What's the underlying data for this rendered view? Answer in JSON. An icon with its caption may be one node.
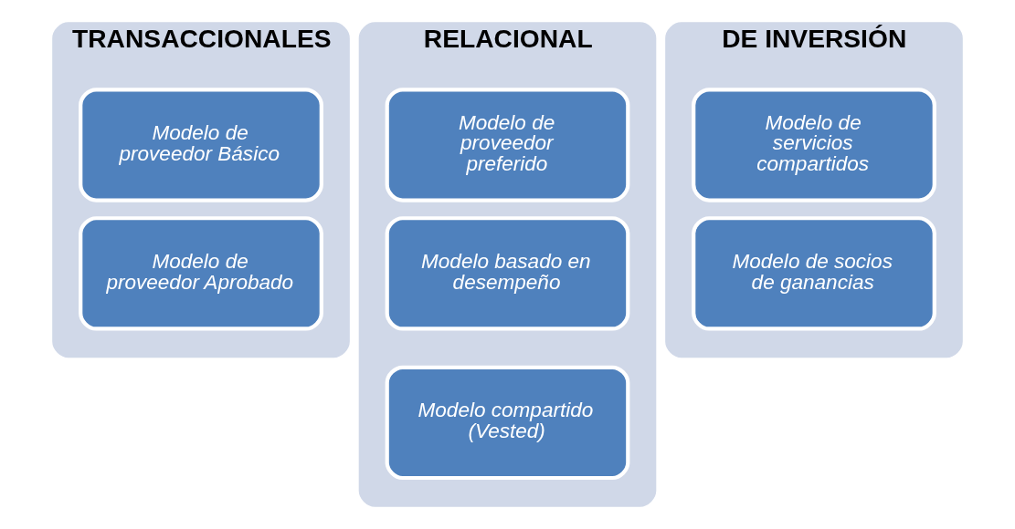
{
  "diagram": {
    "nodes": [
      {
        "text": [
          "TRANSACCIONALES"
        ]
      },
      {
        "text": [
          "Modelo de proveedor Básico"
        ],
        "in": 0
      },
      {
        "text": [
          "Modelo de proveedor Aprobado"
        ],
        "in": 0
      },
      {
        "text": [
          "RELACIONAL"
        ]
      },
      {
        "text": [
          "Modelo de proveedor preferido"
        ],
        "in": 3
      },
      {
        "text": [
          "Modelo basado en desempeño"
        ],
        "in": 3
      },
      {
        "text": [
          "Modelo compartido (Vested)"
        ],
        "in": 3
      },
      {
        "text": [
          "DE INVERSIÓN"
        ]
      },
      {
        "text": [
          "Modelo de servicios compartidos"
        ],
        "in": 7
      },
      {
        "text": [
          "Modelo de socios de ganancias"
        ],
        "in": 7
      }
    ]
  }
}
